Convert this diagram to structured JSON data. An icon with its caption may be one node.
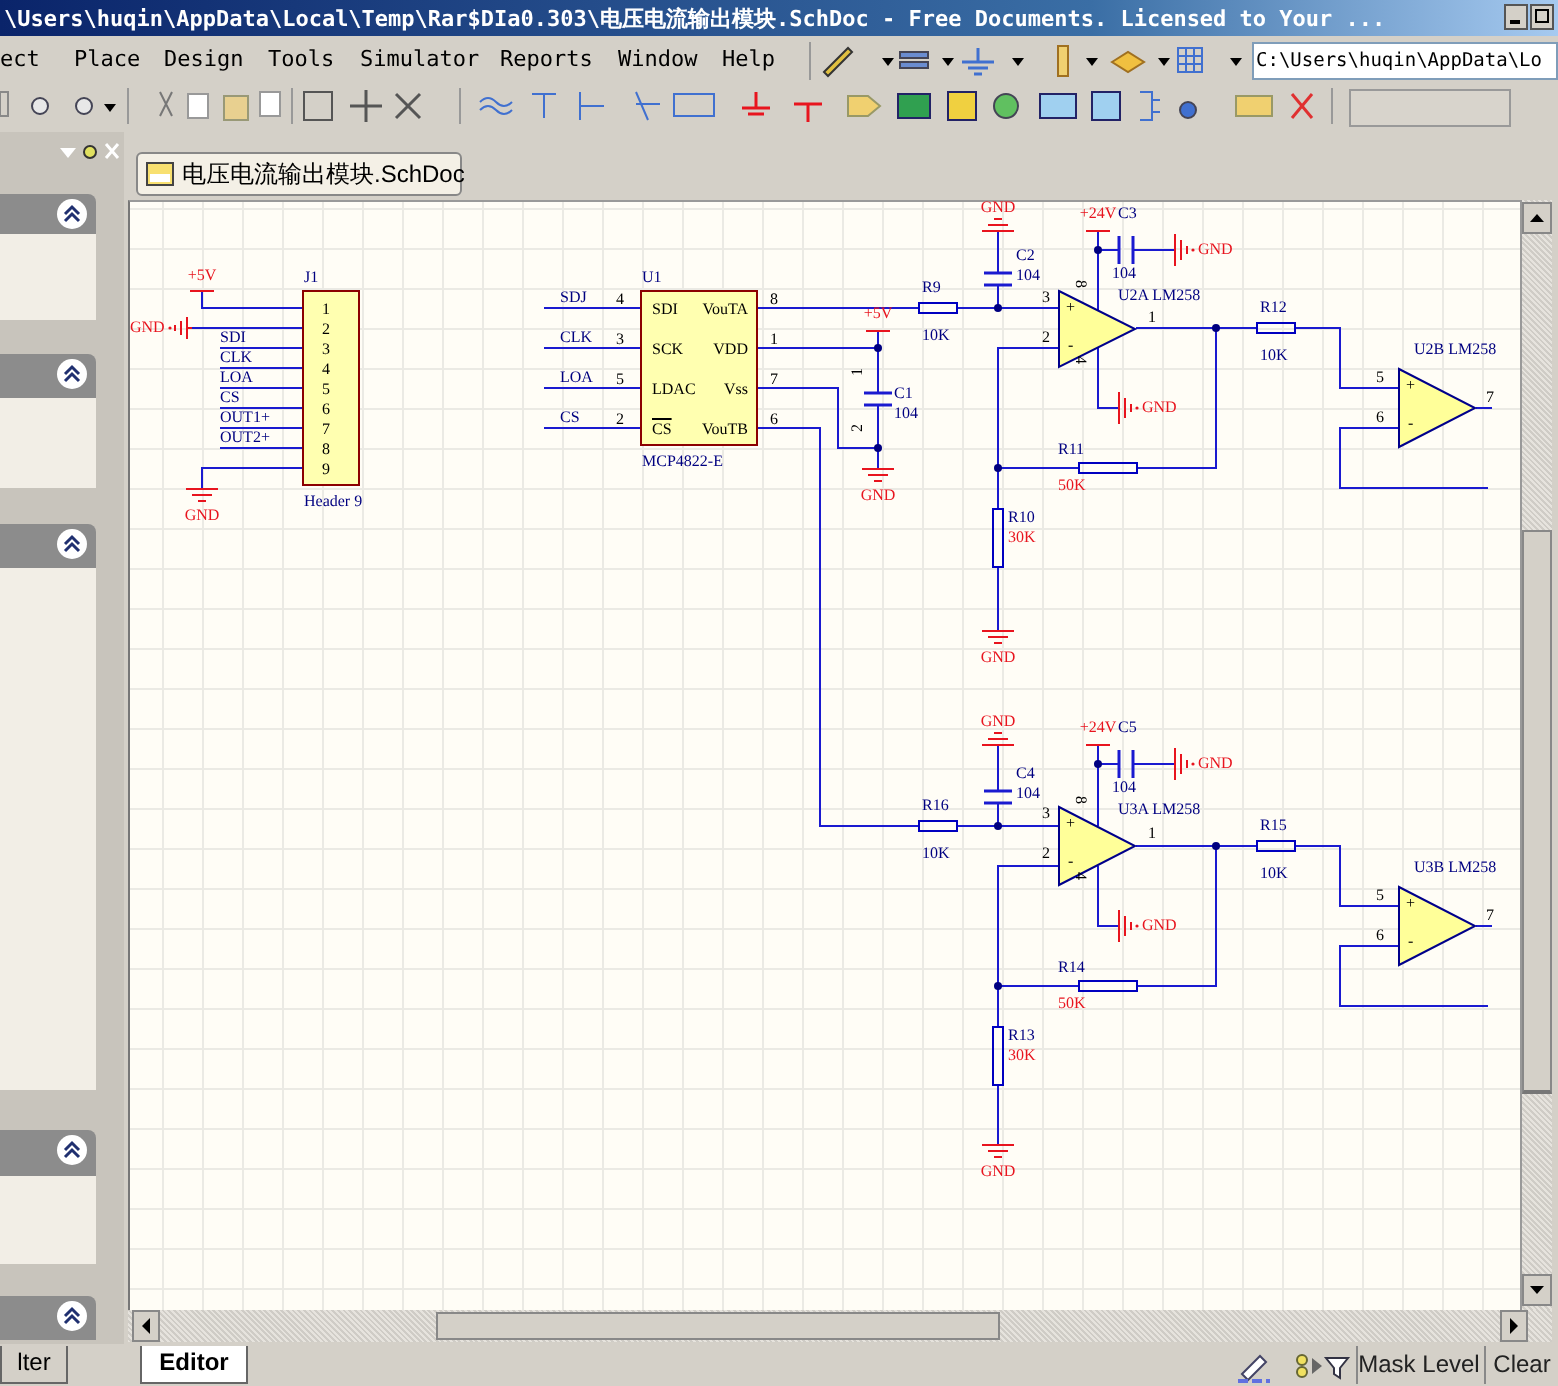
{
  "diagram": {
    "nodes": [
      {
        "text": [
          "J1",
          "1",
          "2",
          "3",
          "4",
          "5",
          "6",
          "7",
          "8",
          "9",
          "Header 9"
        ]
      },
      {
        "text": [
          "+5V"
        ]
      },
      {
        "text": [
          "GND"
        ]
      },
      {
        "text": [
          "GND"
        ]
      },
      {
        "text": [
          "U1",
          "SDI",
          "SCK",
          "LDAC",
          "CS",
          "VouTA",
          "VDD",
          "Vss",
          "VouTB",
          "MCP4822-E"
        ],
        "beside": [
          "4",
          "3",
          "5",
          "2",
          "8",
          "1",
          "7",
          "6"
        ]
      },
      {
        "text": [
          "R9",
          "10K"
        ]
      },
      {
        "text": [
          "GND"
        ]
      },
      {
        "text": [
          "C2",
          "104"
        ]
      },
      {
        "text": [
          "U2A LM258",
          "+",
          "-",
          "3",
          "2",
          "1",
          "8",
          "4"
        ]
      },
      {
        "text": [
          "+24V"
        ]
      },
      {
        "text": [
          "C3",
          "104"
        ]
      },
      {
        "text": [
          "GND"
        ]
      },
      {
        "text": [
          "GND"
        ]
      },
      {
        "text": [
          "+5V"
        ]
      },
      {
        "text": [
          "C1",
          "104"
        ],
        "beside": [
          "1",
          "2"
        ]
      },
      {
        "text": [
          "GND"
        ]
      },
      {
        "text": [
          "R11",
          "50K"
        ]
      },
      {
        "text": [
          "R10",
          "30K"
        ]
      },
      {
        "text": [
          "GND"
        ]
      },
      {
        "text": [
          "R12",
          "10K"
        ]
      },
      {
        "text": [
          "U2B LM258",
          "+",
          "-"
        ],
        "beside": [
          "5",
          "6",
          "7"
        ]
      },
      {
        "text": [
          "GND"
        ]
      },
      {
        "text": [
          "C4",
          "104"
        ]
      },
      {
        "text": [
          "R16",
          "10K"
        ]
      },
      {
        "text": [
          "U3A LM258",
          "+",
          "-",
          "3",
          "2",
          "1",
          "8",
          "4"
        ]
      },
      {
        "text": [
          "+24V"
        ]
      },
      {
        "text": [
          "C5",
          "104"
        ]
      },
      {
        "text": [
          "GND"
        ]
      },
      {
        "text": [
          "GND"
        ]
      },
      {
        "text": [
          "R14",
          "50K"
        ]
      },
      {
        "text": [
          "R13",
          "30K"
        ]
      },
      {
        "text": [
          "GND"
        ]
      },
      {
        "text": [
          "R15",
          "10K"
        ]
      },
      {
        "text": [
          "U3B LM258",
          "+",
          "-"
        ],
        "beside": [
          "5",
          "6",
          "7"
        ]
      },
      {
        "text": [
          "电压电流输出模块.SchDoc"
        ]
      },
      {
        "text": [
          "C:\\Users\\huqin\\AppData\\Lo"
        ]
      },
      {
        "text": [
          "Editor"
        ]
      },
      {
        "text": [
          "lter"
        ]
      },
      {
        "text": [
          "Mask Level"
        ]
      },
      {
        "text": [
          "Clear"
        ]
      }
    ],
    "edges": [
      {
        "from": 1,
        "to": 0,
        "arrow": "none"
      },
      {
        "from": 2,
        "to": 0,
        "arrow": "none"
      },
      {
        "from": 0,
        "to": 3,
        "arrow": "none"
      },
      {
        "from": 0,
        "to": null,
        "arrow": "none",
        "label": "SDI"
      },
      {
        "from": 0,
        "to": null,
        "arrow": "none",
        "label": "CLK"
      },
      {
        "from": 0,
        "to": null,
        "arrow": "none",
        "label": "LOA"
      },
      {
        "from": 0,
        "to": null,
        "arrow": "none",
        "label": "CS"
      },
      {
        "from": 0,
        "to": null,
        "arrow": "none",
        "label": "OUT1+"
      },
      {
        "from": 0,
        "to": null,
        "arrow": "none",
        "label": "OUT2+"
      },
      {
        "from": null,
        "to": 4,
        "arrow": "none",
        "label": "SDJ"
      },
      {
        "from": null,
        "to": 4,
        "arrow": "none",
        "label": "CLK"
      },
      {
        "from": null,
        "to": 4,
        "arrow": "none",
        "label": "LOA"
      },
      {
        "from": null,
        "to": 4,
        "arrow": "none",
        "label": "CS"
      },
      {
        "from": 4,
        "to": 5,
        "arrow": "none"
      },
      {
        "from": 5,
        "to": 8,
        "arrow": "none"
      },
      {
        "from": 7,
        "to": 8,
        "arrow": "none"
      },
      {
        "from": 6,
        "to": 7,
        "arrow": "none"
      },
      {
        "from": 4,
        "to": 14,
        "arrow": "none"
      },
      {
        "from": 13,
        "to": 14,
        "arrow": "none"
      },
      {
        "from": 4,
        "to": 15,
        "arrow": "none"
      },
      {
        "from": 14,
        "to": 15,
        "arrow": "none"
      },
      {
        "from": 4,
        "to": 23,
        "arrow": "none"
      },
      {
        "from": 8,
        "to": 17,
        "arrow": "none"
      },
      {
        "from": 16,
        "to": 17,
        "arrow": "none"
      },
      {
        "from": 17,
        "to": 18,
        "arrow": "none"
      },
      {
        "from": 8,
        "to": 19,
        "arrow": "none"
      },
      {
        "from": 8,
        "to": 16,
        "arrow": "none"
      },
      {
        "from": 9,
        "to": 8,
        "arrow": "none"
      },
      {
        "from": 9,
        "to": 10,
        "arrow": "none"
      },
      {
        "from": 10,
        "to": 11,
        "arrow": "none"
      },
      {
        "from": 8,
        "to": 12,
        "arrow": "none"
      },
      {
        "from": 19,
        "to": 20,
        "arrow": "none"
      },
      {
        "from": 20,
        "to": null,
        "arrow": "none"
      },
      {
        "from": 20,
        "to": null,
        "arrow": "none"
      },
      {
        "from": 23,
        "to": 24,
        "arrow": "none"
      },
      {
        "from": 22,
        "to": 24,
        "arrow": "none"
      },
      {
        "from": 21,
        "to": 22,
        "arrow": "none"
      },
      {
        "from": 24,
        "to": 30,
        "arrow": "none"
      },
      {
        "from": 29,
        "to": 30,
        "arrow": "none"
      },
      {
        "from": 30,
        "to": 31,
        "arrow": "none"
      },
      {
        "from": 24,
        "to": 32,
        "arrow": "none"
      },
      {
        "from": 24,
        "to": 29,
        "arrow": "none"
      },
      {
        "from": 25,
        "to": 24,
        "arrow": "none"
      },
      {
        "from": 25,
        "to": 26,
        "arrow": "none"
      },
      {
        "from": 26,
        "to": 27,
        "arrow": "none"
      },
      {
        "from": 24,
        "to": 28,
        "arrow": "none"
      },
      {
        "from": 32,
        "to": 33,
        "arrow": "none"
      },
      {
        "from": 33,
        "to": null,
        "arrow": "none"
      },
      {
        "from": 33,
        "to": null,
        "arrow": "none"
      }
    ],
    "labels": [
      "\\Users\\huqin\\AppData\\Local\\Temp\\Rar$DIa0.303\\电压电流输出模块.SchDoc - Free Documents. Licensed to Your ...",
      "ect",
      "Place",
      "Design",
      "Tools",
      "Simulator",
      "Reports",
      "Window",
      "Help"
    ]
  }
}
